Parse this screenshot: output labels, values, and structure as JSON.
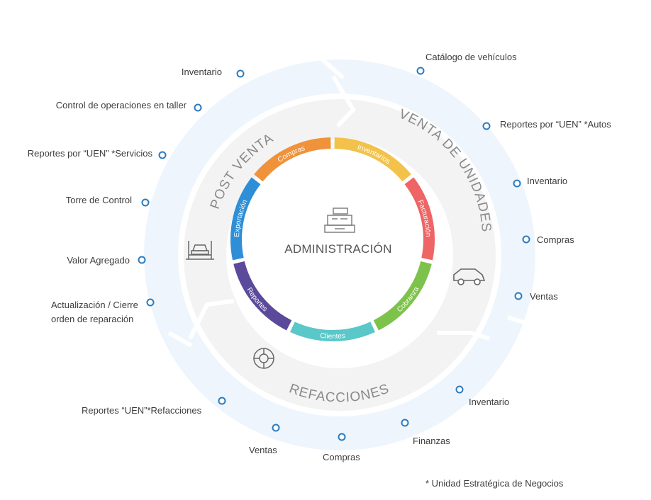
{
  "center": {
    "title": "ADMINISTRACIÓN",
    "icon": "cash-register-icon"
  },
  "modules": [
    {
      "label": "Compras",
      "color": "#f0923a"
    },
    {
      "label": "Inventarios",
      "color": "#f2c24a"
    },
    {
      "label": "Facturación",
      "color": "#ef6464"
    },
    {
      "label": "Cobranza",
      "color": "#7dc24a"
    },
    {
      "label": "Clientes",
      "color": "#5ac7c9"
    },
    {
      "label": "Reportes",
      "color": "#5b4a9b"
    },
    {
      "label": "Exportación",
      "color": "#2f8fd6"
    }
  ],
  "areas": {
    "post_venta": {
      "title": "POST VENTA",
      "icon": "car-lift-icon"
    },
    "venta_unidades": {
      "title": "VENTA DE UNIDADES",
      "icon": "car-icon"
    },
    "refacciones": {
      "title": "REFACCIONES",
      "icon": "tire-icon"
    }
  },
  "left_items": [
    "Inventario",
    "Control de operaciones en taller",
    "Reportes por “UEN” *Servicios",
    "Torre de Control",
    "Valor Agregado",
    "Actualización / Cierre\norden de reparación"
  ],
  "right_items": [
    "Catálogo de vehículos",
    "Reportes por “UEN” *Autos",
    "Inventario",
    "Compras",
    "Ventas"
  ],
  "bottom_items": [
    "Reportes “UEN”*Refacciones",
    "Ventas",
    "Compras",
    "Finanzas",
    "Inventario"
  ],
  "footnote": "* Unidad Estratégica de Negocios",
  "colors": {
    "outer_band": "#eef5fc",
    "inner_band": "#f3f3f4",
    "dot": "#2b7bbf",
    "area_text": "#8a8a8a"
  }
}
